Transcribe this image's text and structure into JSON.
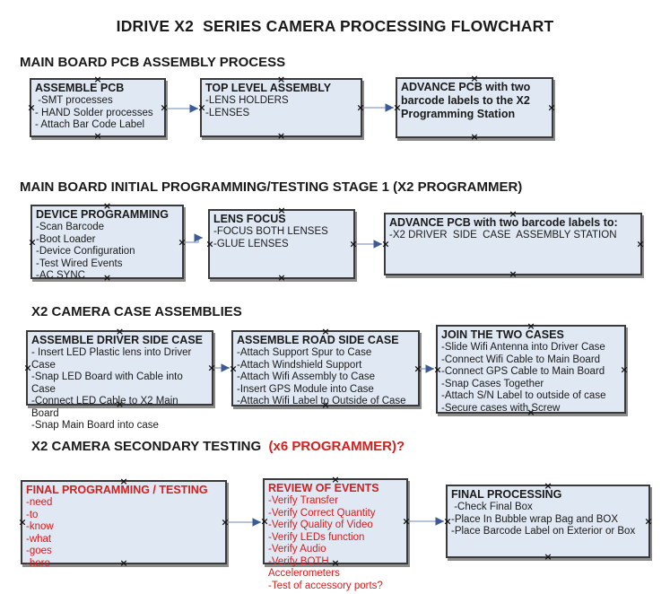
{
  "title": "IDRIVE X2  SERIES CAMERA PROCESSING FLOWCHART",
  "colors": {
    "box_fill": "#dfe8f3",
    "box_border": "#3a3a3a",
    "box_shadow": "#8c8c8c",
    "arrow_shaft": "#9db1cf",
    "arrow_head": "#3c5a96",
    "accent_red": "#d02020"
  },
  "sections": [
    {
      "heading": "MAIN BOARD PCB ASSEMBLY PROCESS",
      "boxes": [
        {
          "title": "ASSEMBLE PCB",
          "items": [
            " -SMT processes",
            "- HAND Solder processes",
            "- Attach Bar Code Label"
          ]
        },
        {
          "title": "TOP LEVEL ASSEMBLY",
          "items": [
            "-LENS HOLDERS",
            "-LENSES"
          ]
        },
        {
          "title": "ADVANCE PCB with two barcode labels to the X2 Programming Station",
          "items": []
        }
      ]
    },
    {
      "heading": "MAIN BOARD INITIAL PROGRAMMING/TESTING STAGE 1 (X2 PROGRAMMER)",
      "boxes": [
        {
          "title": "DEVICE PROGRAMMING",
          "items": [
            "-Scan Barcode",
            "-Boot Loader",
            "-Device Configuration",
            "-Test Wired Events",
            "-AC SYNC"
          ]
        },
        {
          "title": "LENS FOCUS",
          "items": [
            "-FOCUS BOTH LENSES",
            "-GLUE LENSES"
          ]
        },
        {
          "title": "ADVANCE PCB with two barcode labels to:",
          "items": [
            "-X2 DRIVER  SIDE  CASE  ASSEMBLY STATION"
          ]
        }
      ]
    },
    {
      "heading": "X2 CAMERA CASE ASSEMBLIES",
      "boxes": [
        {
          "title": "ASSEMBLE DRIVER SIDE CASE",
          "items": [
            "- Insert LED Plastic lens into Driver Case",
            "-Snap LED Board with Cable into Case",
            "-Connect LED Cable to X2 Main Board",
            "-Snap Main Board into case"
          ]
        },
        {
          "title": "ASSEMBLE ROAD SIDE CASE",
          "items": [
            "-Attach Support Spur to Case",
            "-Attach Windshield Support",
            "-Attach Wifi Assembly to Case",
            "-Insert GPS Module into Case",
            "-Attach Wifi Label to Outside of Case"
          ]
        },
        {
          "title": "JOIN THE TWO CASES",
          "items": [
            "-Slide Wifi Antenna into Driver Case",
            "-Connect Wifi Cable to Main Board",
            "-Connect GPS Cable to Main Board",
            "-Snap Cases Together",
            "-Attach S/N Label to outside of case",
            "-Secure cases with Screw"
          ]
        }
      ]
    },
    {
      "heading": "X2 CAMERA SECONDARY TESTING",
      "heading_suffix": "  (x6 PROGRAMMER)?",
      "boxes": [
        {
          "title": "FINAL PROGRAMMING / TESTING",
          "items": [
            "-need",
            "-to",
            "-know",
            "-what",
            "-goes",
            "-here"
          ]
        },
        {
          "title": "REVIEW OF EVENTS",
          "items": [
            "-Verify Transfer",
            "-Verify Correct Quantity",
            "-Verify Quality of Video",
            "-Verify LEDs function",
            "-Verify Audio",
            "-Verify BOTH Accelerometers",
            "-Test of accessory ports?"
          ]
        },
        {
          "title": "FINAL PROCESSING",
          "items": [
            " -Check Final Box",
            "-Place In Bubble wrap Bag and BOX",
            "-Place Barcode Label on Exterior or Box"
          ]
        }
      ]
    }
  ]
}
